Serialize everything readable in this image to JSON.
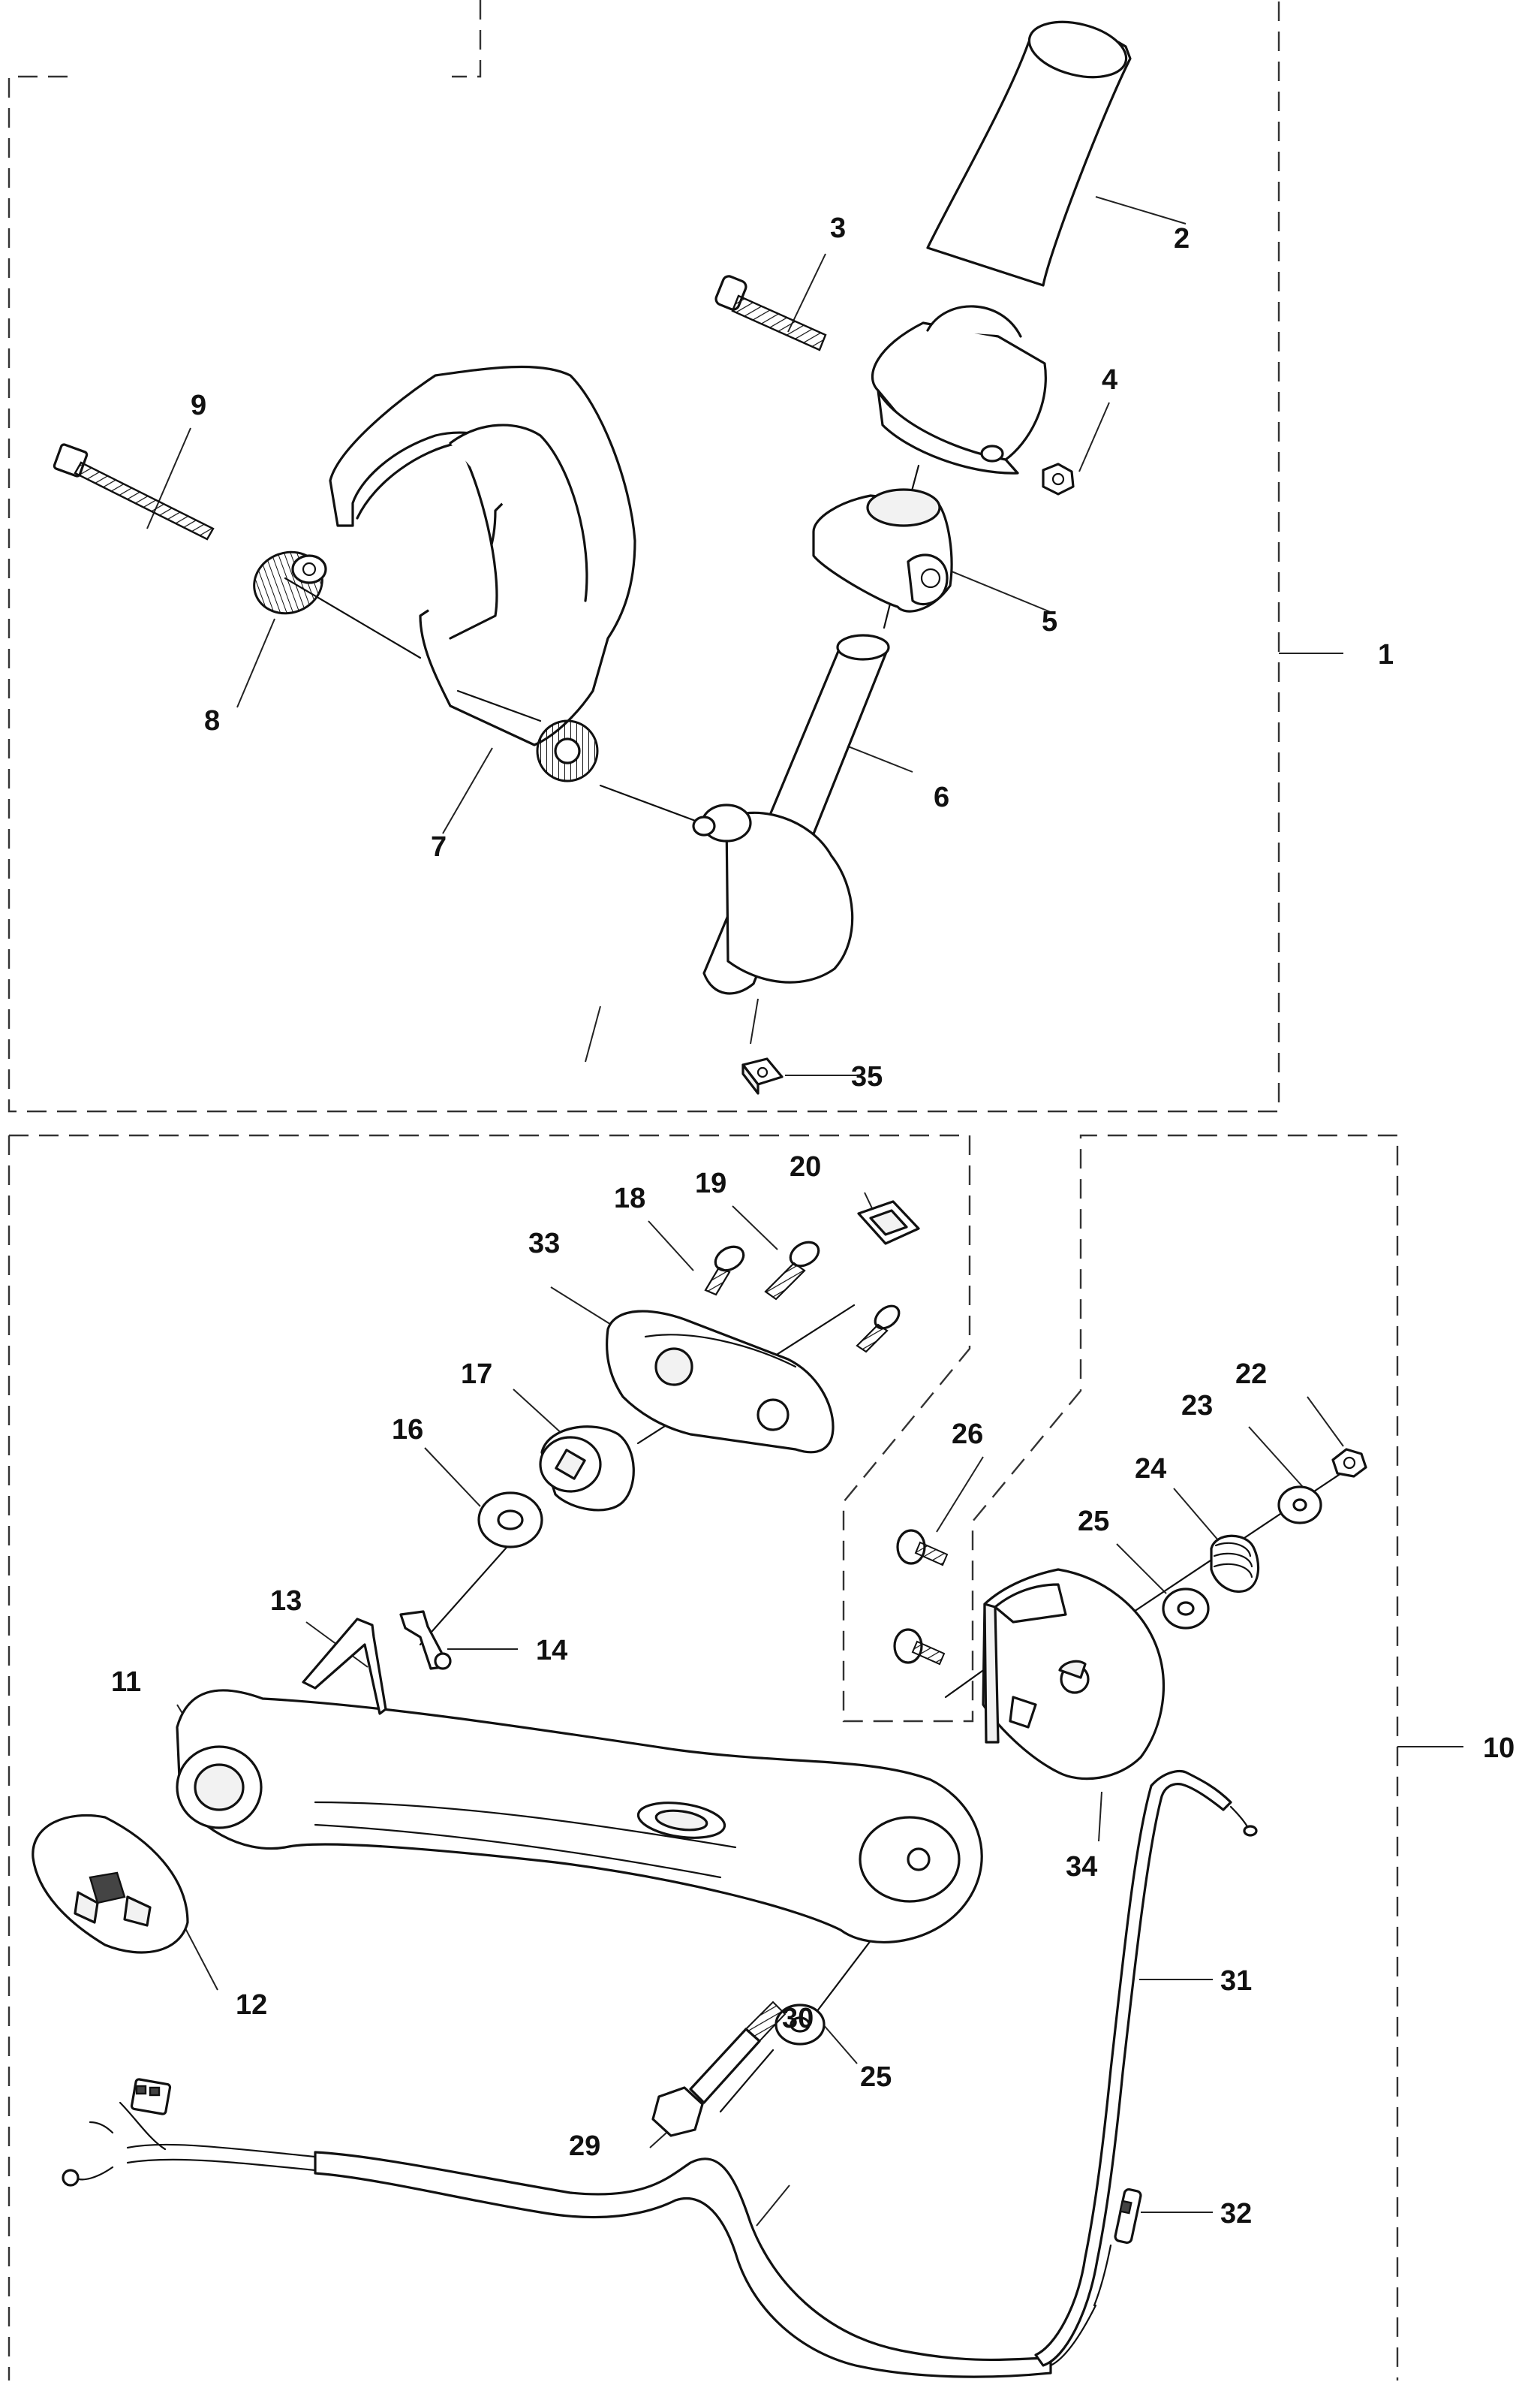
{
  "callouts": {
    "c1": "1",
    "c2": "2",
    "c3": "3",
    "c4": "4",
    "c5": "5",
    "c6": "6",
    "c7": "7",
    "c8": "8",
    "c9": "9",
    "c10": "10",
    "c11": "11",
    "c12": "12",
    "c13": "13",
    "c14": "14",
    "c16": "16",
    "c17": "17",
    "c18": "18",
    "c19": "19",
    "c20": "20",
    "c22": "22",
    "c23": "23",
    "c24": "24",
    "c25a": "25",
    "c25b": "25",
    "c26": "26",
    "c29": "29",
    "c30": "30",
    "c31": "31",
    "c32": "32",
    "c33": "33",
    "c34": "34",
    "c35": "35"
  }
}
